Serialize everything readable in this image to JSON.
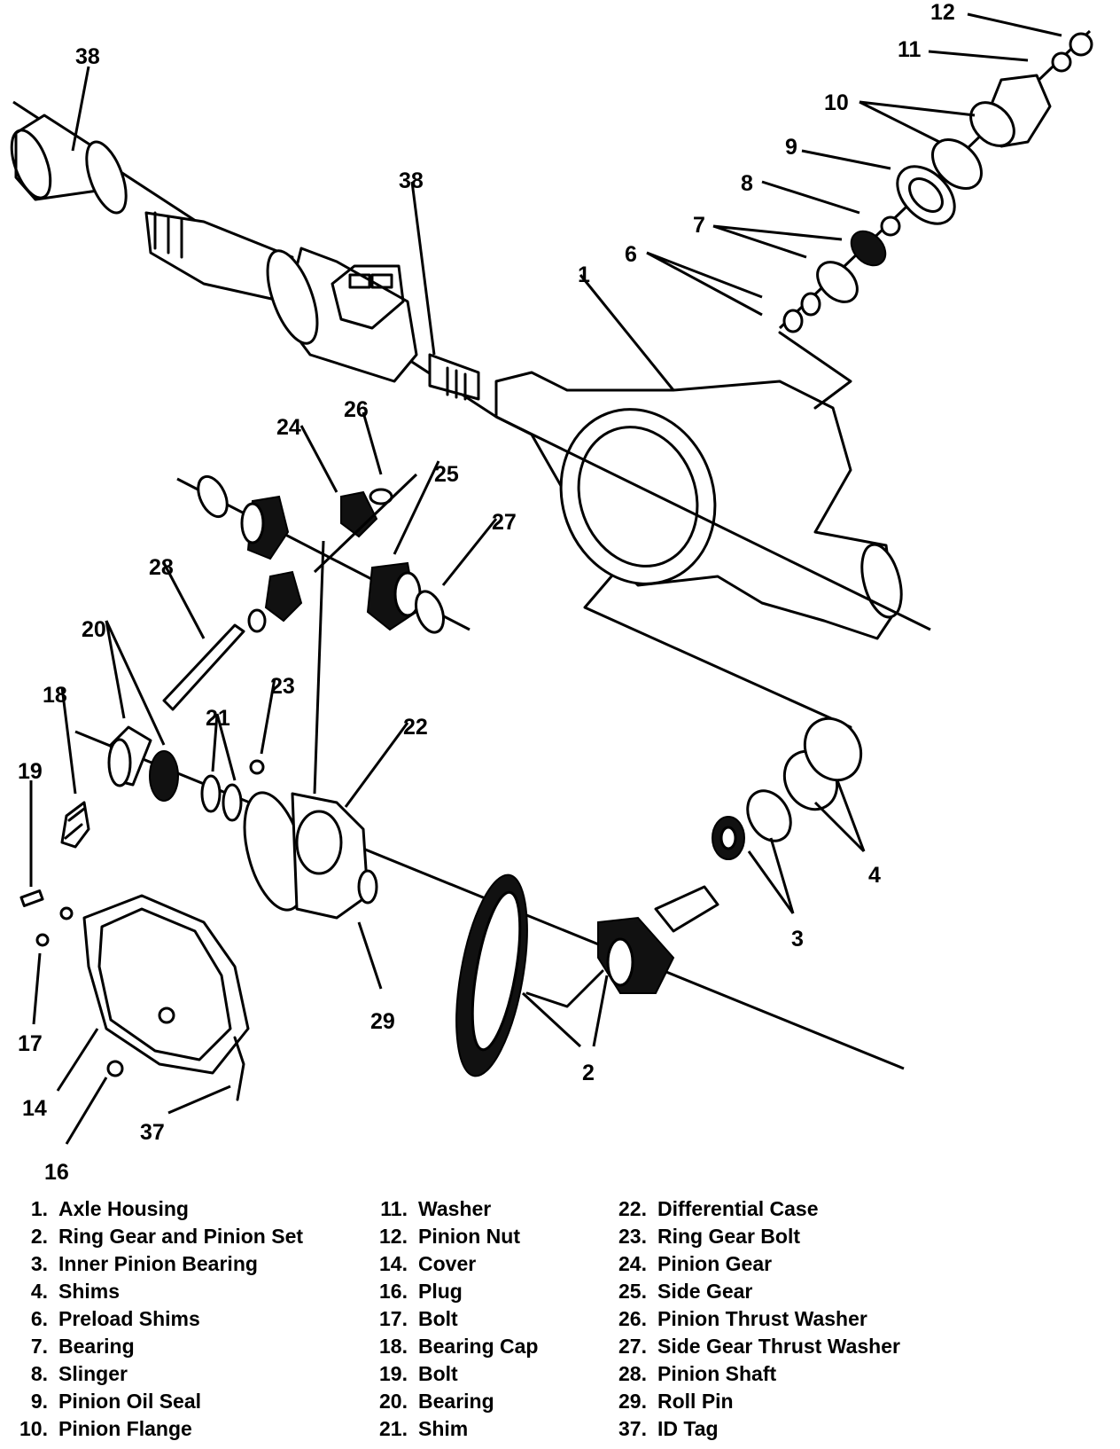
{
  "callouts": [
    "38",
    "12",
    "11",
    "10",
    "38",
    "9",
    "8",
    "7",
    "6",
    "1",
    "26",
    "24",
    "25",
    "27",
    "28",
    "20",
    "18",
    "23",
    "21",
    "22",
    "19",
    "4",
    "3",
    "29",
    "17",
    "2",
    "14",
    "37",
    "16"
  ],
  "legend": {
    "col1": [
      {
        "num": "1.",
        "label": "Axle Housing"
      },
      {
        "num": "2.",
        "label": "Ring Gear and Pinion Set"
      },
      {
        "num": "3.",
        "label": "Inner Pinion Bearing"
      },
      {
        "num": "4.",
        "label": "Shims"
      },
      {
        "num": "6.",
        "label": "Preload Shims"
      },
      {
        "num": "7.",
        "label": "Bearing"
      },
      {
        "num": "8.",
        "label": "Slinger"
      },
      {
        "num": "9.",
        "label": "Pinion Oil Seal"
      },
      {
        "num": "10.",
        "label": "Pinion Flange"
      }
    ],
    "col2": [
      {
        "num": "11.",
        "label": "Washer"
      },
      {
        "num": "12.",
        "label": "Pinion Nut"
      },
      {
        "num": "14.",
        "label": "Cover"
      },
      {
        "num": "16.",
        "label": "Plug"
      },
      {
        "num": "17.",
        "label": "Bolt"
      },
      {
        "num": "18.",
        "label": "Bearing Cap"
      },
      {
        "num": "19.",
        "label": "Bolt"
      },
      {
        "num": "20.",
        "label": "Bearing"
      },
      {
        "num": "21.",
        "label": "Shim"
      }
    ],
    "col3": [
      {
        "num": "22.",
        "label": "Differential Case"
      },
      {
        "num": "23.",
        "label": "Ring Gear Bolt"
      },
      {
        "num": "24.",
        "label": "Pinion Gear"
      },
      {
        "num": "25.",
        "label": "Side Gear"
      },
      {
        "num": "26.",
        "label": "Pinion Thrust Washer"
      },
      {
        "num": "27.",
        "label": "Side Gear Thrust Washer"
      },
      {
        "num": "28.",
        "label": "Pinion Shaft"
      },
      {
        "num": "29.",
        "label": "Roll Pin"
      },
      {
        "num": "37.",
        "label": "ID Tag"
      }
    ]
  }
}
